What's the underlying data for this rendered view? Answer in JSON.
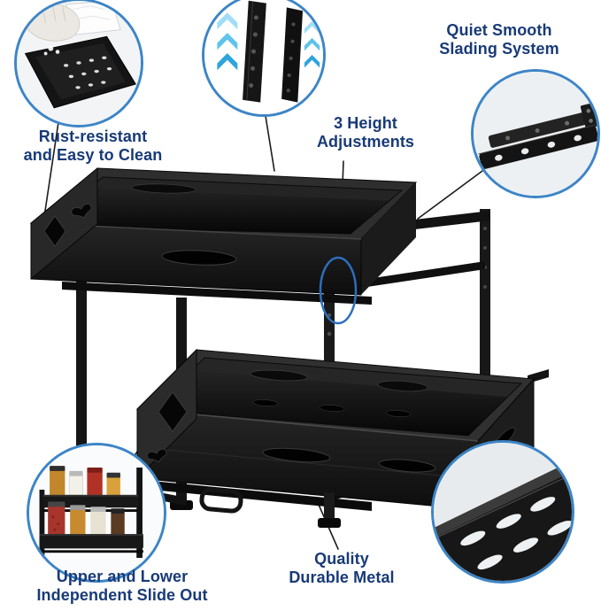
{
  "colors": {
    "label_text": "#183a77",
    "circle_border": "#3d85c6",
    "arrow_blue": "#45b4e6",
    "highlight_ellipse": "#2c6fbe",
    "product_metal": "#161616",
    "background": "#ffffff"
  },
  "product": {
    "description": "Black 2-tier metal sliding basket organizer"
  },
  "callouts": {
    "clean": {
      "lines": [
        "Rust-resistant",
        "and Easy to Clean"
      ],
      "illustration": "gloved-hand-wiping-black-tray"
    },
    "height": {
      "lines": [
        "3 Height",
        "Adjustments"
      ],
      "illustration": "frame-posts-with-up-arrows"
    },
    "slide": {
      "lines": [
        "Quiet Smooth",
        "Slading System"
      ],
      "illustration": "drawer-slide-rail"
    },
    "independent": {
      "lines": [
        "Upper and Lower",
        "Independent Slide Out"
      ],
      "illustration": "organizer-filled-with-jars"
    },
    "metal": {
      "lines": [
        "Quality",
        "Durable Metal"
      ],
      "illustration": "black-metal-basket-corner"
    }
  }
}
